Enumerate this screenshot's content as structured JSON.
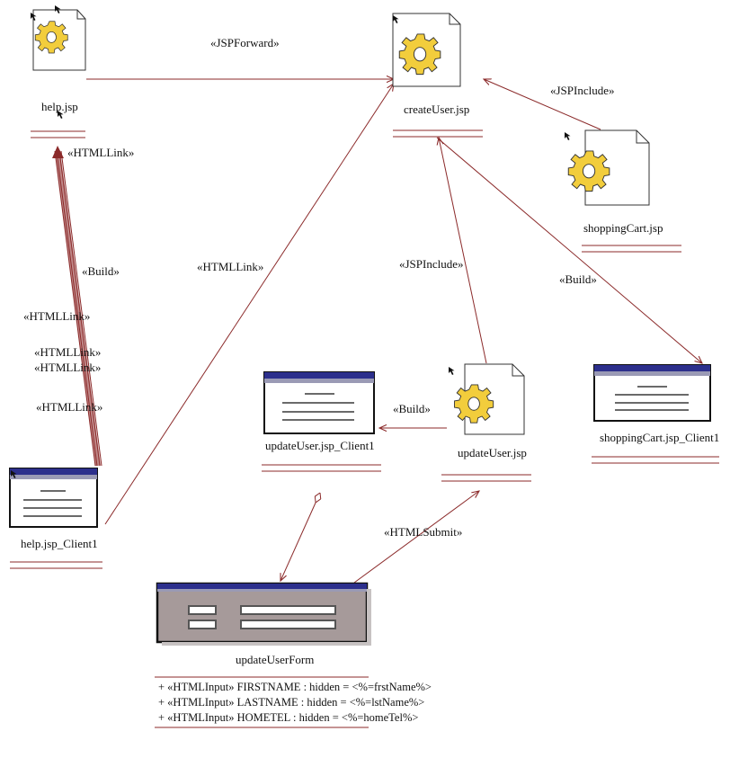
{
  "nodes": {
    "help_jsp": {
      "name": "help.jsp"
    },
    "createUser_jsp": {
      "name": "createUser.jsp"
    },
    "shoppingCart_jsp": {
      "name": "shoppingCart.jsp"
    },
    "updateUser_jsp": {
      "name": "updateUser.jsp"
    },
    "updateUser_client": {
      "name": "updateUser.jsp_Client1"
    },
    "shoppingCart_client": {
      "name": "shoppingCart.jsp_Client1"
    },
    "help_client": {
      "name": "help.jsp_Client1"
    },
    "updateUserForm": {
      "name": "updateUserForm",
      "attributes": [
        "+ «HTMLInput» FIRSTNAME : hidden = <%=frstName%>",
        "+ «HTMLInput» LASTNAME : hidden = <%=lstName%>",
        "+ «HTMLInput» HOMETEL : hidden = <%=homeTel%>"
      ]
    }
  },
  "edges": {
    "help_to_create": "«JSPForward»",
    "shopping_to_create": "«JSPInclude»",
    "help_client_to_create": "«HTMLLink»",
    "help_client_link": "«HTMLLink»",
    "help_build": "«Build»",
    "left_link_1": "«HTMLLink»",
    "left_link_2": "«HTMLLink»",
    "left_link_3": "«HTMLLink»",
    "left_link_4": "«HTMLLink»",
    "update_include": "«JSPInclude»",
    "create_build_shopping_client": "«Build»",
    "update_build_client": "«Build»",
    "form_submit": "«HTMLSubmit»"
  },
  "colors": {
    "line": "#8b2a2a",
    "gear": "#f2cd3c",
    "form_bg": "#a69a9a",
    "window_title": "#2c2f8c"
  }
}
